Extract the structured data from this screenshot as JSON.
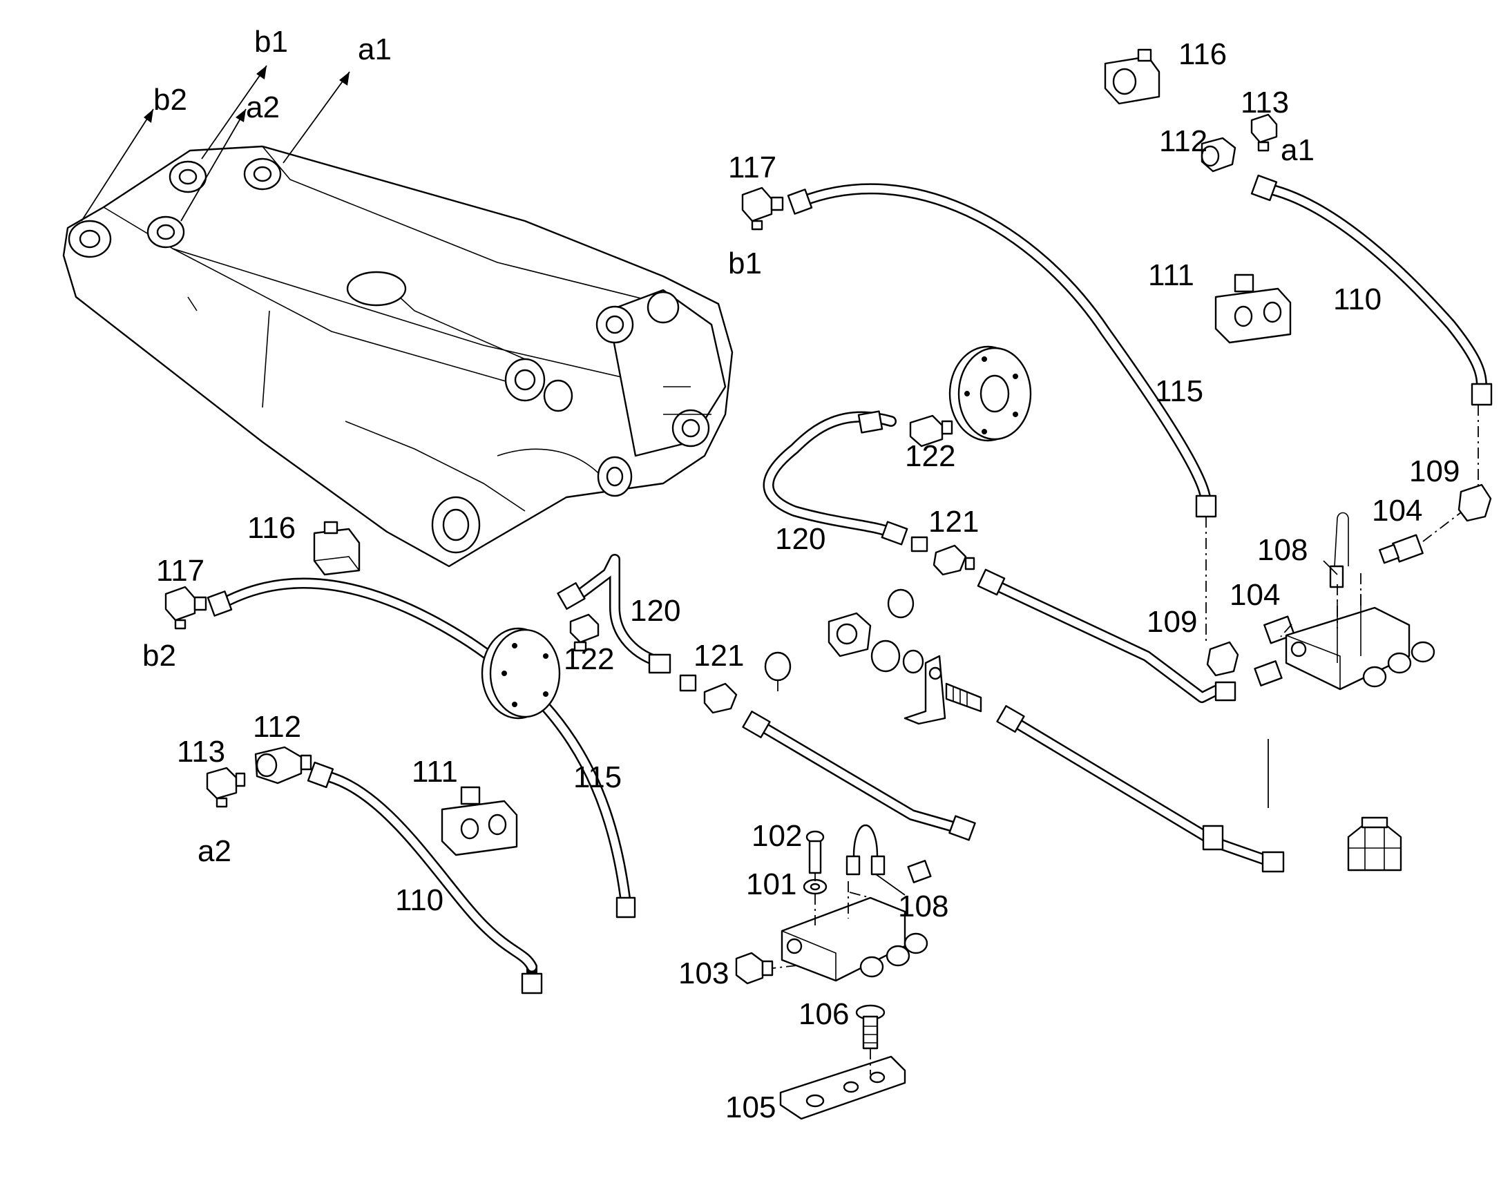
{
  "callouts": {
    "n101": "101",
    "n102": "102",
    "n103": "103",
    "n104": "104",
    "n105": "105",
    "n106": "106",
    "n108": "108",
    "n109": "109",
    "n110": "110",
    "n111": "111",
    "n112": "112",
    "n113": "113",
    "n115": "115",
    "n116": "116",
    "n117": "117",
    "n120": "120",
    "n121": "121",
    "n122": "122"
  },
  "ports": {
    "a1": "a1",
    "a2": "a2",
    "b1": "b1",
    "b2": "b2"
  }
}
